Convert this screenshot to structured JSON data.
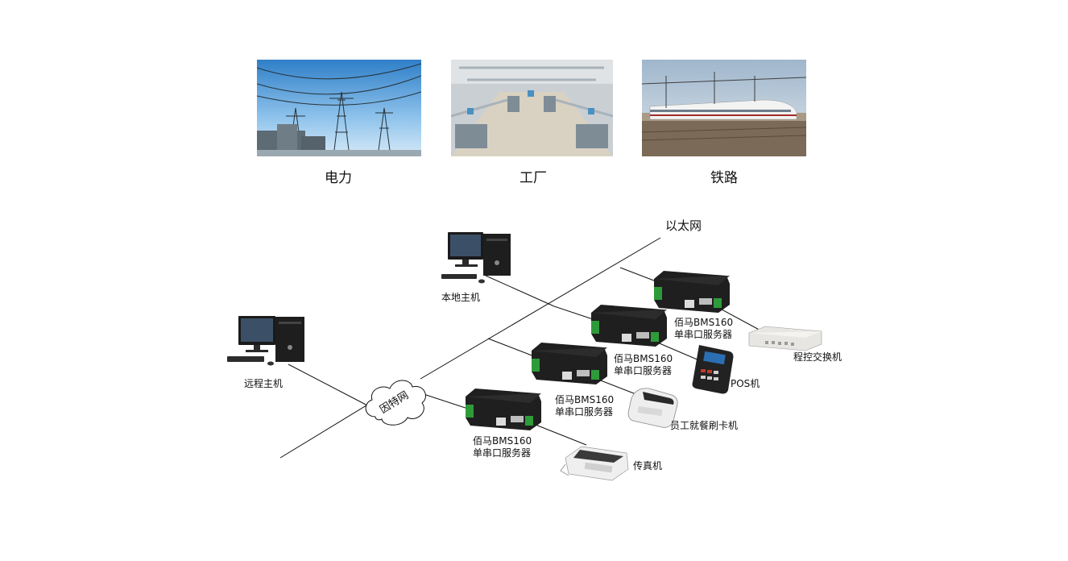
{
  "applications": [
    {
      "caption": "电力"
    },
    {
      "caption": "工厂"
    },
    {
      "caption": "铁路"
    }
  ],
  "network": {
    "ethernet_label": "以太网",
    "internet_label": "因特网",
    "local_host": "本地主机",
    "remote_host": "远程主机"
  },
  "servers": [
    {
      "line1": "佰马BMS160",
      "line2": "单串口服务器"
    },
    {
      "line1": "佰马BMS160",
      "line2": "单串口服务器"
    },
    {
      "line1": "佰马BMS160",
      "line2": "单串口服务器"
    },
    {
      "line1": "佰马BMS160",
      "line2": "单串口服务器"
    }
  ],
  "devices": {
    "pbx": "程控交换机",
    "pos": "POS机",
    "card_reader": "员工就餐刷卡机",
    "fax": "传真机"
  },
  "colors": {
    "device_body": "#1f1f1f",
    "terminal_green": "#2e9b3a",
    "line": "#111111"
  }
}
